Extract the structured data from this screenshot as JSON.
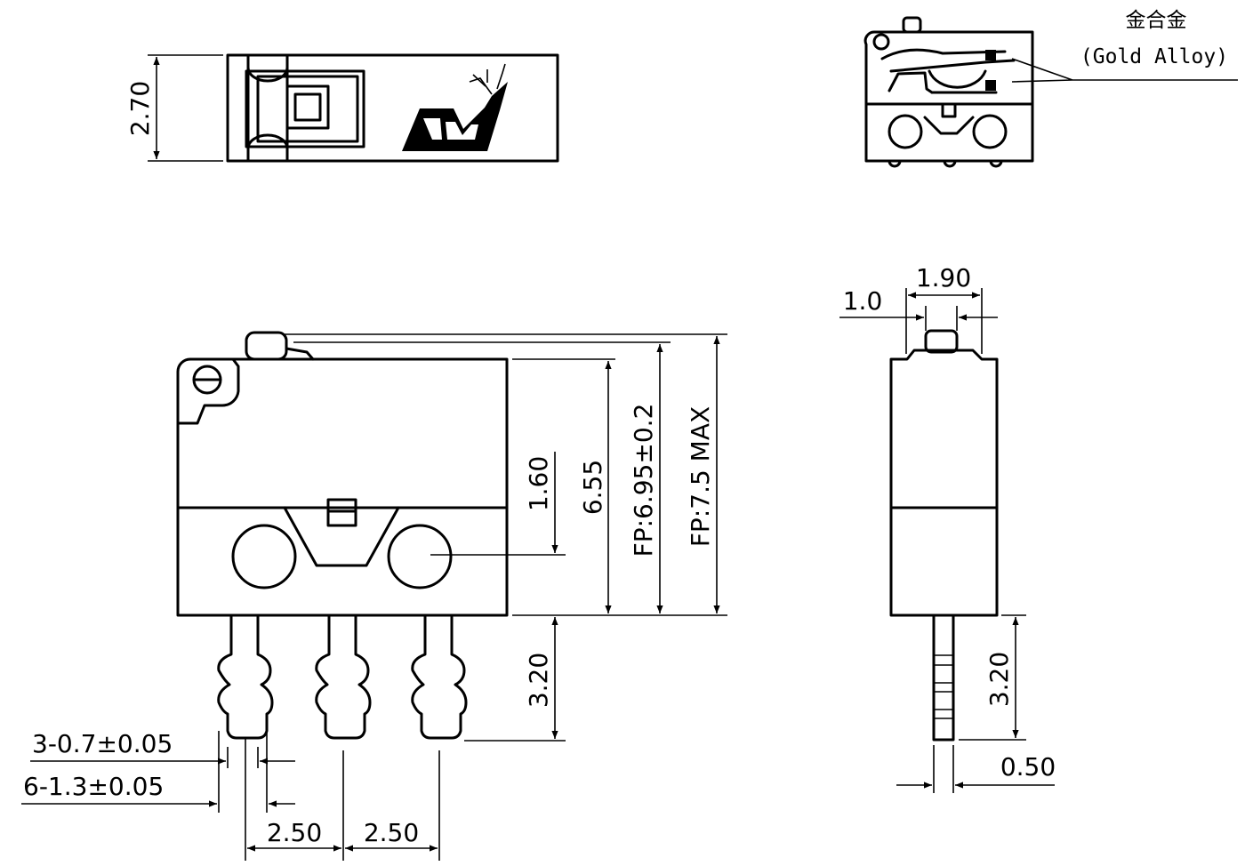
{
  "title": "",
  "colors": {
    "line": "#000000",
    "background": "#ffffff"
  },
  "top_view": {
    "height_dim": "2.70",
    "logo": "YM deer logo"
  },
  "side_detail": {
    "contact_cn": "金合金",
    "contact_en": "(Gold Alloy)"
  },
  "front_view": {
    "dim_1_60": "1.60",
    "dim_6_55": "6.55",
    "dim_fp_695": "FP:6.95±0.2",
    "dim_fp_75": "FP:7.5  MAX",
    "dim_3_20": "3.20",
    "terminal_width": "3-0.7±0.05",
    "terminal_bulge": "6-1.3±0.05",
    "pitch_1": "2.50",
    "pitch_2": "2.50"
  },
  "end_view": {
    "dim_1_0": "1.0",
    "dim_1_90": "1.90",
    "dim_3_20": "3.20",
    "dim_0_50": "0.50"
  }
}
